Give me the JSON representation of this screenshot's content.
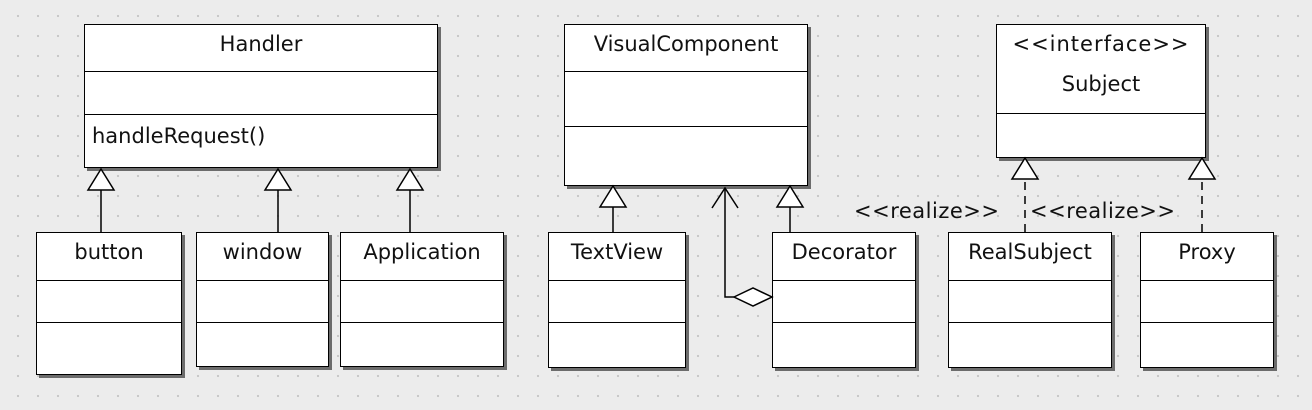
{
  "diagram": {
    "classes": {
      "handler": {
        "name": "Handler",
        "operation": "handleRequest()"
      },
      "button": {
        "name": "button"
      },
      "window": {
        "name": "window"
      },
      "application": {
        "name": "Application"
      },
      "visual_component": {
        "name": "VisualComponent"
      },
      "text_view": {
        "name": "TextView"
      },
      "decorator": {
        "name": "Decorator"
      },
      "subject": {
        "stereotype": "<<interface>>",
        "name": "Subject"
      },
      "real_subject": {
        "name": "RealSubject"
      },
      "proxy": {
        "name": "Proxy"
      }
    },
    "relations": {
      "realize_label_1": "<<realize>>",
      "realize_label_2": "<<realize>>"
    }
  }
}
